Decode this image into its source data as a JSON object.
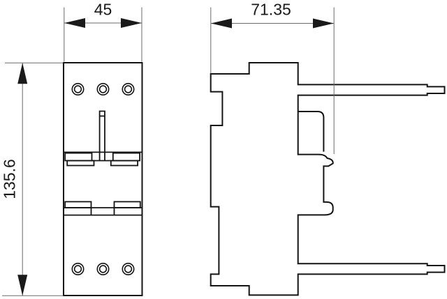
{
  "drawing": {
    "dimensions": {
      "width": {
        "label": "45"
      },
      "depth": {
        "label": "71.35"
      },
      "height": {
        "label": "135.6"
      }
    }
  },
  "colors": {
    "background": "#ffffff",
    "outline": "#141414",
    "dimension_line": "#6b6b6b",
    "text": "#1a1a1a"
  }
}
